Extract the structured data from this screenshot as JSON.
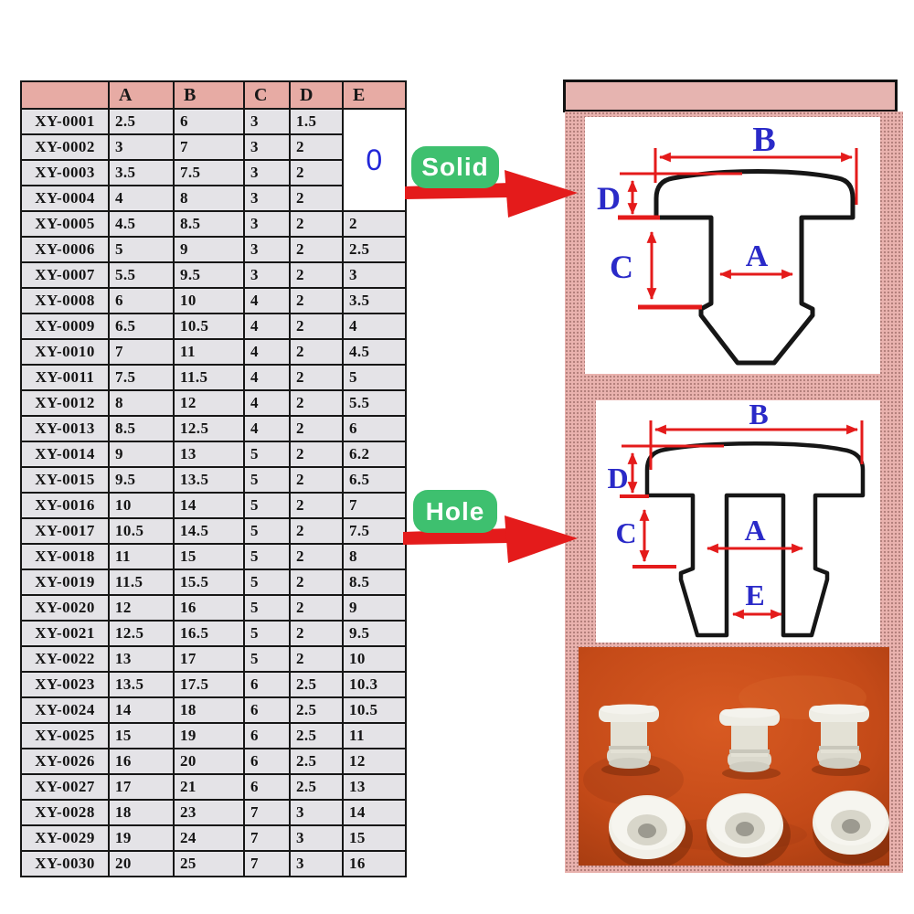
{
  "table": {
    "columns": [
      "",
      "A",
      "B",
      "C",
      "D",
      "E"
    ],
    "merged_e": {
      "value": "0",
      "rowspan": 4
    },
    "rows": [
      {
        "model": "XY-0001",
        "a": "2.5",
        "b": "6",
        "c": "3",
        "d": "1.5",
        "e": ""
      },
      {
        "model": "XY-0002",
        "a": "3",
        "b": "7",
        "c": "3",
        "d": "2",
        "e": ""
      },
      {
        "model": "XY-0003",
        "a": "3.5",
        "b": "7.5",
        "c": "3",
        "d": "2",
        "e": ""
      },
      {
        "model": "XY-0004",
        "a": "4",
        "b": "8",
        "c": "3",
        "d": "2",
        "e": ""
      },
      {
        "model": "XY-0005",
        "a": "4.5",
        "b": "8.5",
        "c": "3",
        "d": "2",
        "e": "2"
      },
      {
        "model": "XY-0006",
        "a": "5",
        "b": "9",
        "c": "3",
        "d": "2",
        "e": "2.5"
      },
      {
        "model": "XY-0007",
        "a": "5.5",
        "b": "9.5",
        "c": "3",
        "d": "2",
        "e": "3"
      },
      {
        "model": "XY-0008",
        "a": "6",
        "b": "10",
        "c": "4",
        "d": "2",
        "e": "3.5"
      },
      {
        "model": "XY-0009",
        "a": "6.5",
        "b": "10.5",
        "c": "4",
        "d": "2",
        "e": "4"
      },
      {
        "model": "XY-0010",
        "a": "7",
        "b": "11",
        "c": "4",
        "d": "2",
        "e": "4.5"
      },
      {
        "model": "XY-0011",
        "a": "7.5",
        "b": "11.5",
        "c": "4",
        "d": "2",
        "e": "5"
      },
      {
        "model": "XY-0012",
        "a": "8",
        "b": "12",
        "c": "4",
        "d": "2",
        "e": "5.5"
      },
      {
        "model": "XY-0013",
        "a": "8.5",
        "b": "12.5",
        "c": "4",
        "d": "2",
        "e": "6"
      },
      {
        "model": "XY-0014",
        "a": "9",
        "b": "13",
        "c": "5",
        "d": "2",
        "e": "6.2"
      },
      {
        "model": "XY-0015",
        "a": "9.5",
        "b": "13.5",
        "c": "5",
        "d": "2",
        "e": "6.5"
      },
      {
        "model": "XY-0016",
        "a": "10",
        "b": "14",
        "c": "5",
        "d": "2",
        "e": "7"
      },
      {
        "model": "XY-0017",
        "a": "10.5",
        "b": "14.5",
        "c": "5",
        "d": "2",
        "e": "7.5"
      },
      {
        "model": "XY-0018",
        "a": "11",
        "b": "15",
        "c": "5",
        "d": "2",
        "e": "8"
      },
      {
        "model": "XY-0019",
        "a": "11.5",
        "b": "15.5",
        "c": "5",
        "d": "2",
        "e": "8.5"
      },
      {
        "model": "XY-0020",
        "a": "12",
        "b": "16",
        "c": "5",
        "d": "2",
        "e": "9"
      },
      {
        "model": "XY-0021",
        "a": "12.5",
        "b": "16.5",
        "c": "5",
        "d": "2",
        "e": "9.5"
      },
      {
        "model": "XY-0022",
        "a": "13",
        "b": "17",
        "c": "5",
        "d": "2",
        "e": "10"
      },
      {
        "model": "XY-0023",
        "a": "13.5",
        "b": "17.5",
        "c": "6",
        "d": "2.5",
        "e": "10.3"
      },
      {
        "model": "XY-0024",
        "a": "14",
        "b": "18",
        "c": "6",
        "d": "2.5",
        "e": "10.5"
      },
      {
        "model": "XY-0025",
        "a": "15",
        "b": "19",
        "c": "6",
        "d": "2.5",
        "e": "11"
      },
      {
        "model": "XY-0026",
        "a": "16",
        "b": "20",
        "c": "6",
        "d": "2.5",
        "e": "12"
      },
      {
        "model": "XY-0027",
        "a": "17",
        "b": "21",
        "c": "6",
        "d": "2.5",
        "e": "13"
      },
      {
        "model": "XY-0028",
        "a": "18",
        "b": "23",
        "c": "7",
        "d": "3",
        "e": "14"
      },
      {
        "model": "XY-0029",
        "a": "19",
        "b": "24",
        "c": "7",
        "d": "3",
        "e": "15"
      },
      {
        "model": "XY-0030",
        "a": "20",
        "b": "25",
        "c": "7",
        "d": "3",
        "e": "16"
      }
    ]
  },
  "callouts": {
    "solid": "Solid",
    "hole": "Hole"
  },
  "diagrams": {
    "solid": {
      "dims": {
        "B": "B",
        "D": "D",
        "C": "C",
        "A": "A"
      }
    },
    "hole": {
      "dims": {
        "B": "B",
        "D": "D",
        "C": "C",
        "A": "A",
        "E": "E"
      }
    }
  },
  "colors": {
    "header_pink": "#e7aba4",
    "cell_gray": "#e4e3e7",
    "panel_pink": "#e9b2ae",
    "photo_orange": "#c84d1d",
    "callout_green": "#3ec06f",
    "arrow_red": "#e41b1b",
    "dim_blue": "#2a2ac8",
    "merged_zero_blue": "#2227d8"
  }
}
